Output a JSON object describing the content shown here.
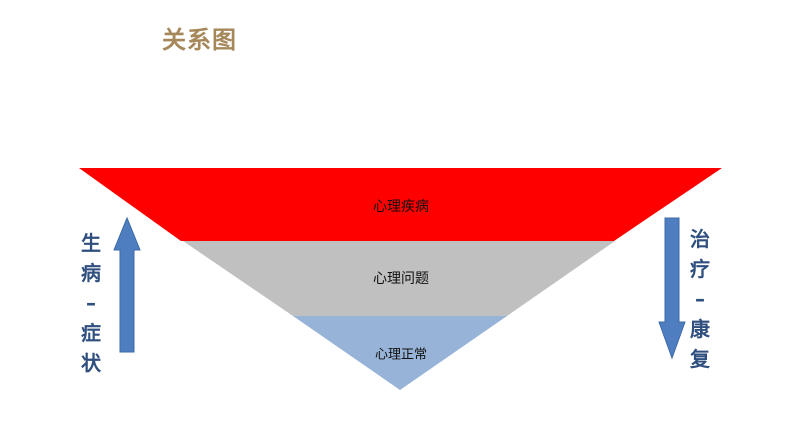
{
  "header": {
    "title": "关系图"
  },
  "pyramid": {
    "layers": [
      {
        "label": "心理疾病",
        "color": "#ff0000"
      },
      {
        "label": "心理问题",
        "color": "#c0c0c0"
      },
      {
        "label": "心理正常",
        "color": "#97b3d8"
      }
    ]
  },
  "left_indicator": {
    "text": "生\n病\n–\n症\n状",
    "direction": "up",
    "color": "#4f7ec0"
  },
  "right_indicator": {
    "text": "治\n疗\n–\n康\n复",
    "direction": "down",
    "color": "#4f7ec0"
  }
}
